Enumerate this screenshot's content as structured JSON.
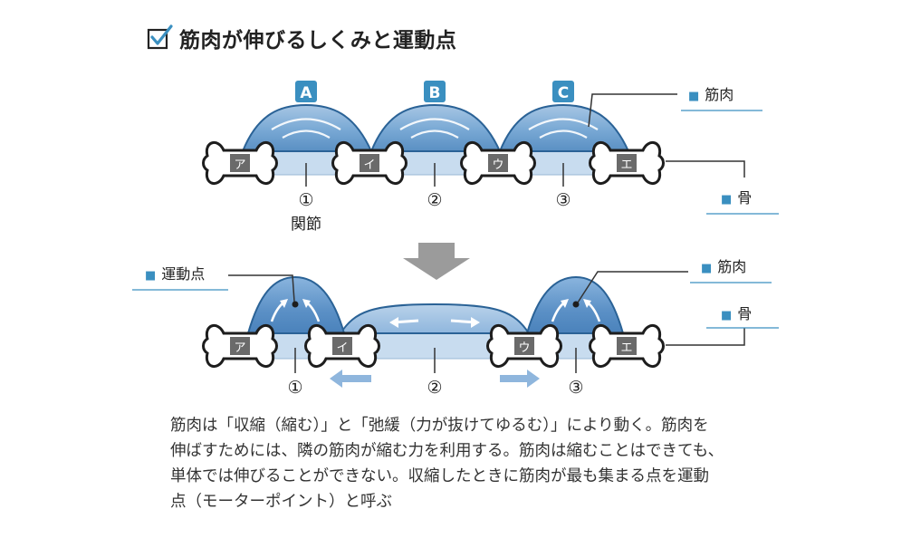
{
  "title": "筋肉が伸びるしくみと運動点",
  "top_diagram": {
    "muscle_labels": [
      "A",
      "B",
      "C"
    ],
    "bone_labels": [
      "ア",
      "イ",
      "ウ",
      "エ"
    ],
    "joint_numbers": [
      "①",
      "②",
      "③"
    ],
    "joint_label": "関節",
    "legend_muscle": "■ 筋肉",
    "legend_bone": "■ 骨"
  },
  "bottom_diagram": {
    "bone_labels": [
      "ア",
      "イ",
      "ウ",
      "エ"
    ],
    "joint_numbers": [
      "①",
      "②",
      "③"
    ],
    "legend_motor_point": "■ 運動点",
    "legend_muscle": "■ 筋肉",
    "legend_bone": "■ 骨"
  },
  "caption": [
    "筋肉は「収縮（縮む）」と「弛緩（力が抜けてゆるむ）」により動く。筋肉を",
    "伸ばすためには、隣の筋肉が縮む力を利用する。筋肉は縮むことはできても、",
    "単体では伸びることができない。収縮したときに筋肉が最も集まる点を運動",
    "点（モーターポイント）と呼ぶ"
  ],
  "colors": {
    "muscle_light": "#a9c9e6",
    "muscle_mid": "#6fa2d1",
    "muscle_edge": "#2a6296",
    "accent": "#3a8fc0",
    "arrow_gray": "#9b9b9b",
    "bone_tag": "#6a6a6a"
  }
}
